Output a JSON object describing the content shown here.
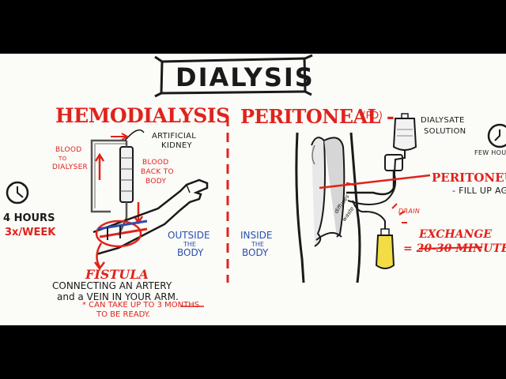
{
  "title": "DIALYSIS",
  "hemo": {
    "heading": "HEMODIALYSIS",
    "artificial_kidney": [
      "ARTIFICIAL",
      "KIDNEY"
    ],
    "blood_to_dialyser": [
      "BLOOD",
      "TO",
      "DIALYSER"
    ],
    "blood_back_to_body": [
      "BLOOD",
      "BACK TO",
      "BODY"
    ],
    "hours": "4 HOURS",
    "frequency": "3x/WEEK",
    "outside_body": [
      "OUTSIDE",
      "THE",
      "BODY"
    ],
    "fistula": "FISTULA",
    "connecting_1": "CONNECTING AN ARTERY",
    "connecting_2": "and a VEIN IN YOUR ARM.",
    "note_1": "* CAN TAKE UP TO 3 MONTHS",
    "note_2": "TO BE READY."
  },
  "peritoneal": {
    "heading": "PERITONEAL -",
    "abbr": "(PD)",
    "dialysate_solution": [
      "DIALYSATE",
      "SOLUTION"
    ],
    "few_hours": "FEW HOU",
    "peritoneum": "PERITONEUM",
    "fill_up": "- FILL UP AGAIN",
    "diffuses_waste": [
      "diffuses",
      "waste"
    ],
    "drain": "DRAIN",
    "exchange_1": "EXCHANGE",
    "exchange_2": "= 20-30 MINUTE",
    "inside_body": [
      "INSIDE",
      "THE",
      "BODY"
    ]
  },
  "colors": {
    "red": "#e0231b",
    "blue": "#2a4fb0",
    "ink": "#1a1a1a",
    "board": "#fbfbf8"
  },
  "icons": [
    "clock-icon",
    "clock-icon",
    "arm-icon",
    "iv-bag-icon",
    "artificial-kidney-icon",
    "body-silhouette-icon",
    "intestines-icon",
    "drain-bag-icon"
  ]
}
